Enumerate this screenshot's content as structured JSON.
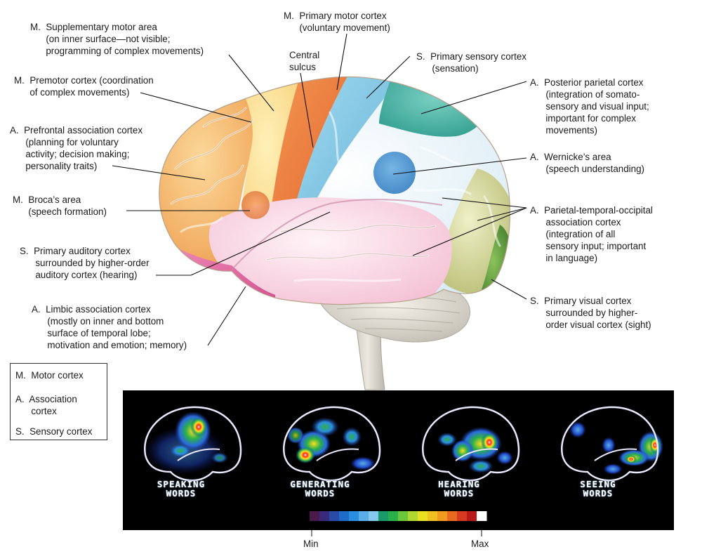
{
  "labels": {
    "supplementary_motor": "M.  Supplementary motor area\n      (on inner surface—not visible;\n      programming of complex movements)",
    "primary_motor": "M.  Primary motor cortex\n      (voluntary movement)",
    "central_sulcus": "Central\nsulcus",
    "primary_sensory": "S.  Primary sensory cortex\n      (sensation)",
    "premotor": "M.  Premotor cortex (coordination\n      of complex movements)",
    "posterior_parietal": "A.  Posterior parietal cortex\n      (integration of somato-\n      sensory and visual input;\n      important for complex\n      movements)",
    "prefrontal": "A.  Prefrontal association cortex\n      (planning for voluntary\n      activity; decision making;\n      personality traits)",
    "wernicke": "A.  Wernicke’s area\n      (speech understanding)",
    "broca": "M.  Broca’s area\n      (speech formation)",
    "parietal_temporal_occipital": "A.  Parietal-temporal-occipital\n      association cortex\n      (integration of all\n      sensory input; important\n      in language)",
    "primary_auditory": "S.  Primary auditory cortex\n      surrounded by higher-order\n      auditory cortex (hearing)",
    "primary_visual": "S.  Primary visual cortex\n      surrounded by higher-\n      order visual cortex (sight)",
    "limbic": "A.  Limbic association cortex\n      (mostly on inner and bottom\n      surface of temporal lobe;\n      motivation and emotion; memory)"
  },
  "key": {
    "motor": "M.  Motor cortex",
    "association": "A.  Association\n      cortex",
    "sensory": "S.  Sensory cortex"
  },
  "scans": [
    {
      "caption": "SPEAKING\nWORDS"
    },
    {
      "caption": "GENERATING\nWORDS"
    },
    {
      "caption": "HEARING\nWORDS"
    },
    {
      "caption": "SEEING\nWORDS"
    }
  ],
  "colorbar": {
    "min_label": "Min",
    "max_label": "Max",
    "colors": [
      "#4a1a4a",
      "#3a2a7a",
      "#2a4aa8",
      "#1f6cc8",
      "#2a8ee0",
      "#5aaee8",
      "#86c8ec",
      "#1a9a6a",
      "#2ab04a",
      "#6ac83a",
      "#b0d830",
      "#e8e020",
      "#f0c020",
      "#f09a20",
      "#e86a20",
      "#d83a20",
      "#b81a1a",
      "#ffffff"
    ]
  },
  "colors": {
    "motor_orange": "#f0a65a",
    "primary_motor": "#ee7d3c",
    "sensory_blue": "#7cc4e2",
    "posterior_parietal_teal": "#3aa99c",
    "wernicke_blue": "#4d97d1",
    "association_pale_blue": "#cfe6f2",
    "temporal_pink": "#f4c6d6",
    "limbic_pink": "#e0619a",
    "occipital_olive": "#c8c98a",
    "visual_green": "#5a9a3a",
    "pet_background": "#000000"
  }
}
